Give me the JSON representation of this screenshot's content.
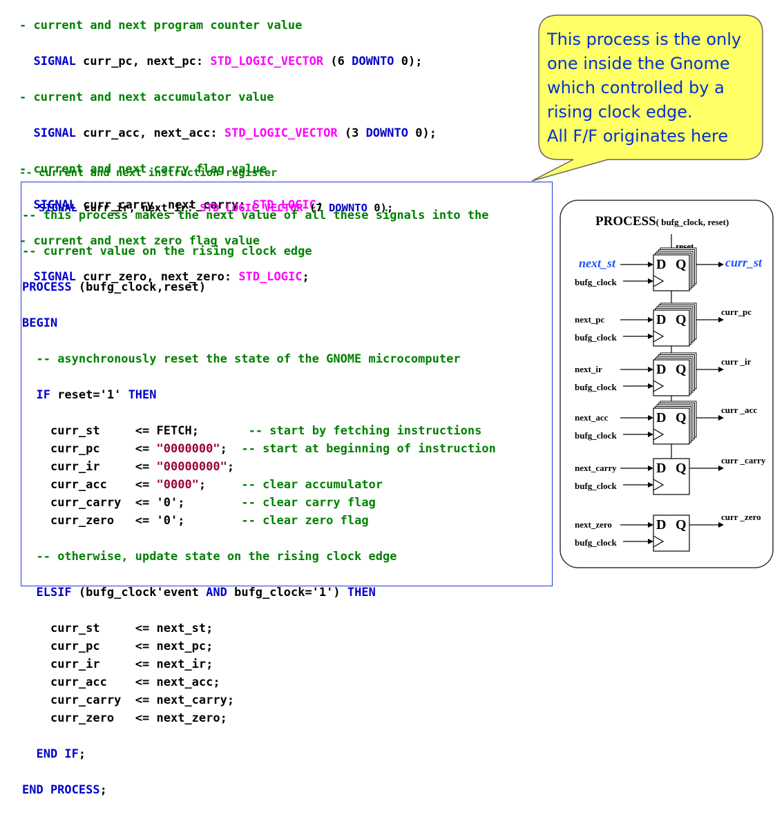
{
  "top_code": [
    {
      "indent": "-",
      "comment": "- current and next program counter value"
    },
    {
      "sig_kw": "SIGNAL",
      "sig_names": " curr_pc, next_pc: ",
      "sig_type": "STD_LOGIC_VECTOR",
      "sig_range_1": " (6 ",
      "sig_downto": "DOWNTO",
      "sig_range_2": " 0);"
    },
    {
      "comment": "- current and next accumulator value"
    },
    {
      "sig_kw": "SIGNAL",
      "sig_names": " curr_acc, next_acc: ",
      "sig_type": "STD_LOGIC_VECTOR",
      "sig_range_1": " (3 ",
      "sig_downto": "DOWNTO",
      "sig_range_2": " 0);"
    },
    {
      "comment": "- current and next carry flag value"
    },
    {
      "sig_kw": "SIGNAL",
      "sig_names": " curr_carry, next_carry: ",
      "sig_type": "STD_LOGIC",
      "sig_range_2": ";"
    },
    {
      "comment": "- current and next zero flag value"
    },
    {
      "sig_kw": "SIGNAL",
      "sig_names": " curr_zero, next_zero: ",
      "sig_type": "STD_LOGIC",
      "sig_range_2": ";"
    },
    {
      "comment": "-- current and next instruction register"
    },
    {
      "sig_kw": "SIGNAL",
      "sig_names": " curr_ir, next_ir: ",
      "sig_type": "STD_LOGIC_VECTOR",
      "sig_range_1": " (7 ",
      "sig_downto": "DOWNTO",
      "sig_range_2": " 0);"
    }
  ],
  "process_code": {
    "c1": "-- this process makes the next value of all these signals into the",
    "c2": "-- current value on the rising clock edge",
    "process_kw": "PROCESS",
    "process_args": " (bufg_clock,reset)",
    "begin_kw": "BEGIN",
    "c3": "-- asynchronously reset the state of the GNOME microcomputer",
    "if_kw": "IF",
    "if_cond": " reset='1' ",
    "then_kw": "THEN",
    "reset_rows": [
      {
        "target": "curr_st     ",
        "op": "<= ",
        "value": "FETCH",
        "value_is_string": false,
        "end": ";",
        "pad": "       ",
        "comment": "-- start by fetching instructions"
      },
      {
        "target": "curr_pc     ",
        "op": "<= ",
        "value": "\"0000000\"",
        "value_is_string": true,
        "end": ";",
        "pad": "  ",
        "comment": "-- start at beginning of instruction"
      },
      {
        "target": "curr_ir     ",
        "op": "<= ",
        "value": "\"00000000\"",
        "value_is_string": true,
        "end": ";",
        "pad": "",
        "comment": ""
      },
      {
        "target": "curr_acc    ",
        "op": "<= ",
        "value": "\"0000\"",
        "value_is_string": true,
        "end": ";",
        "pad": "     ",
        "comment": "-- clear accumulator"
      },
      {
        "target": "curr_carry  ",
        "op": "<= ",
        "value": "'0'",
        "value_is_string": false,
        "end": ";",
        "pad": "        ",
        "comment": "-- clear carry flag"
      },
      {
        "target": "curr_zero   ",
        "op": "<= ",
        "value": "'0'",
        "value_is_string": false,
        "end": ";",
        "pad": "        ",
        "comment": "-- clear zero flag"
      }
    ],
    "c4": "-- otherwise, update state on the rising clock edge",
    "elsif_kw": "ELSIF",
    "elsif_cond_1": " (bufg_clock'event ",
    "and_kw": "AND",
    "elsif_cond_2": " bufg_clock='1') ",
    "then2_kw": "THEN",
    "update_rows": [
      {
        "target": "curr_st     ",
        "op": "<= ",
        "value": "next_st;"
      },
      {
        "target": "curr_pc     ",
        "op": "<= ",
        "value": "next_pc;"
      },
      {
        "target": "curr_ir     ",
        "op": "<= ",
        "value": "next_ir;"
      },
      {
        "target": "curr_acc    ",
        "op": "<= ",
        "value": "next_acc;"
      },
      {
        "target": "curr_carry  ",
        "op": "<= ",
        "value": "next_carry;"
      },
      {
        "target": "curr_zero   ",
        "op": "<= ",
        "value": "next_zero;"
      }
    ],
    "endif_kw": "END IF",
    "endif_end": ";",
    "endprocess_kw": "END PROCESS",
    "endprocess_end": ";"
  },
  "callout": {
    "lines": [
      "This process is the only",
      "one inside the Gnome",
      "which controlled by a",
      "rising clock edge.",
      "All F/F originates here"
    ],
    "fill": "#ffff66",
    "text_color": "#0033cc"
  },
  "diagram": {
    "title_main": "PROCESS",
    "title_args": "( bufg_clock,  reset)",
    "reset_label": "reset",
    "d_label": "D",
    "q_label": "Q",
    "flipflops": [
      {
        "input": "next_st",
        "clock": "bufg_clock",
        "output": "curr_st",
        "stacked": true,
        "highlight": true
      },
      {
        "input": "next_pc",
        "clock": "bufg_clock",
        "output": "curr_pc",
        "stacked": true,
        "highlight": false
      },
      {
        "input": "next_ir",
        "clock": "bufg_clock",
        "output": "curr _ir",
        "stacked": true,
        "highlight": false
      },
      {
        "input": "next_acc",
        "clock": "bufg_clock",
        "output": "curr _acc",
        "stacked": true,
        "highlight": false
      },
      {
        "input": "next_carry",
        "clock": "bufg_clock",
        "output": "curr _carry",
        "stacked": false,
        "highlight": false
      },
      {
        "input": "next_zero",
        "clock": "bufg_clock",
        "output": "curr _zero",
        "stacked": false,
        "highlight": false
      }
    ],
    "highlight_color": "#1a53ff"
  }
}
